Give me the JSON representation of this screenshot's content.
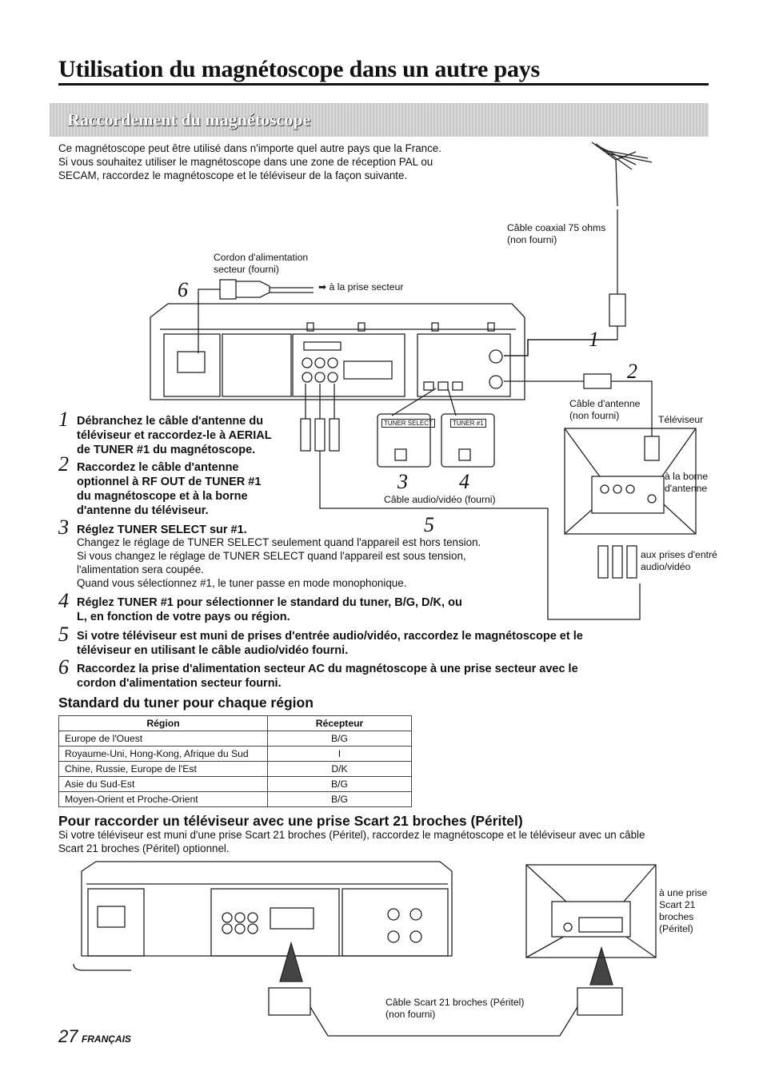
{
  "header": {
    "title": "Utilisation du magnétoscope dans un autre pays",
    "section_banner": "Raccordement du magnétoscope"
  },
  "intro": {
    "line1": "Ce magnétoscope peut être utilisé dans n'importe quel autre pays que la France.",
    "line2": "Si vous souhaitez utiliser le magnétoscope dans une zone de réception PAL ou",
    "line3": "SECAM, raccordez le magnétoscope et le téléviseur de la façon suivante."
  },
  "diagram1": {
    "coax_cable": "Câble coaxial 75 ohms",
    "coax_cable_note": "(non fourni)",
    "power_cord": "Cordon d'alimentation",
    "power_cord_note": "secteur (fourni)",
    "to_outlet": "➡ à la prise secteur",
    "antenna_cable": "Câble d'antenne",
    "antenna_cable_note": "(non fourni)",
    "tv_label": "Téléviseur",
    "antenna_terminal_1": "à la borne",
    "antenna_terminal_2": "d'antenne",
    "av_jacks_1": "aux prises d'entré",
    "av_jacks_2": "audio/vidéo",
    "av_cable": "Câble audio/vidéo (fourni)",
    "tuner_select_label": "TUNER SELECT",
    "tuner1_label": "TUNER #1",
    "callouts": [
      "1",
      "2",
      "3",
      "4",
      "5",
      "6"
    ]
  },
  "steps": [
    {
      "num": "1",
      "lines": [
        "Débranchez le câble d'antenne du",
        "téléviseur et raccordez-le à AERIAL",
        "de TUNER #1 du magnétoscope."
      ]
    },
    {
      "num": "2",
      "lines": [
        "Raccordez le câble d'antenne",
        "optionnel à RF OUT de TUNER #1",
        "du magnétoscope et à la borne",
        "d'antenne du téléviseur."
      ]
    },
    {
      "num": "3",
      "lines": [
        "Réglez TUNER SELECT sur #1."
      ],
      "details": [
        "Changez le réglage de TUNER SELECT seulement quand l'appareil est hors tension.",
        "Si vous changez le réglage de TUNER SELECT quand l'appareil est sous tension,",
        "l'alimentation sera coupée.",
        "Quand vous sélectionnez #1, le tuner passe en mode monophonique."
      ]
    },
    {
      "num": "4",
      "lines": [
        "Réglez TUNER #1 pour sélectionner le standard du tuner, B/G, D/K, ou",
        "L, en fonction de votre pays ou région."
      ]
    },
    {
      "num": "5",
      "lines": [
        "Si votre téléviseur est muni de prises d'entrée audio/vidéo, raccordez le magnétoscope et le",
        "téléviseur en utilisant le câble audio/vidéo fourni."
      ]
    },
    {
      "num": "6",
      "lines": [
        "Raccordez la prise d'alimentation secteur AC du magnétoscope à une prise secteur avec le",
        "cordon d'alimentation secteur fourni."
      ]
    }
  ],
  "standards": {
    "heading": "Standard du tuner pour chaque région",
    "columns": [
      "Région",
      "Récepteur"
    ],
    "rows": [
      [
        "Europe de l'Ouest",
        "B/G"
      ],
      [
        "Royaume-Uni, Hong-Kong, Afrique du Sud",
        "I"
      ],
      [
        "Chine, Russie, Europe de l'Est",
        "D/K"
      ],
      [
        "Asie du Sud-Est",
        "B/G"
      ],
      [
        "Moyen-Orient et Proche-Orient",
        "B/G"
      ]
    ]
  },
  "scart": {
    "heading": "Pour raccorder un téléviseur avec une prise Scart 21 broches (Péritel)",
    "line1": "Si votre téléviseur est muni d'une prise Scart 21 broches (Péritel), raccordez le magnétoscope et le téléviseur avec un câble",
    "line2": "Scart 21 broches (Péritel) optionnel.",
    "tv_jack": [
      "à une prise",
      "Scart 21",
      "broches",
      "(Péritel)"
    ],
    "cable": "Câble Scart 21 broches (Péritel)",
    "cable_note": "(non fourni)"
  },
  "footer": {
    "page": "27",
    "language": "FRANÇAIS"
  }
}
